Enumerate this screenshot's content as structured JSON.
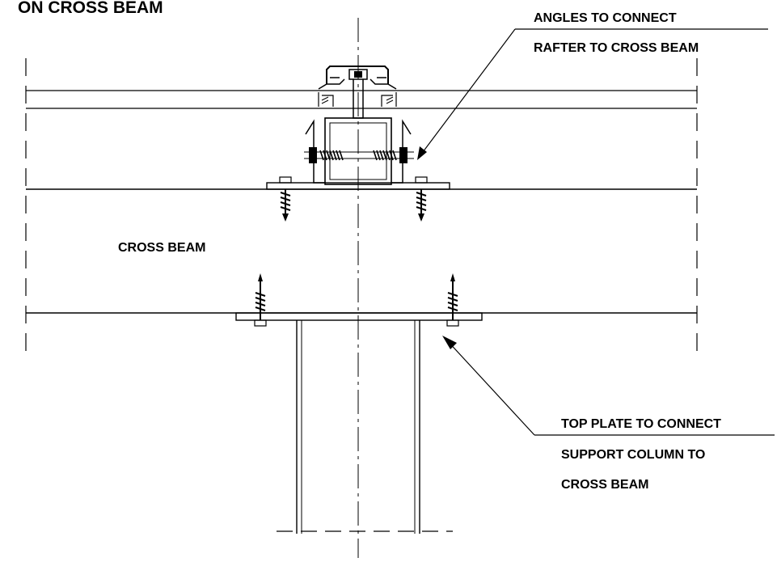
{
  "drawing": {
    "title_line": "ON CROSS BEAM",
    "callouts": {
      "angles": {
        "line1": "ANGLES TO CONNECT",
        "line2": "RAFTER TO CROSS BEAM"
      },
      "top_plate": {
        "line1": "TOP PLATE TO CONNECT",
        "line2": "SUPPORT COLUMN TO",
        "line3": "CROSS BEAM"
      }
    },
    "member_labels": {
      "cross_beam": "CROSS BEAM"
    }
  }
}
